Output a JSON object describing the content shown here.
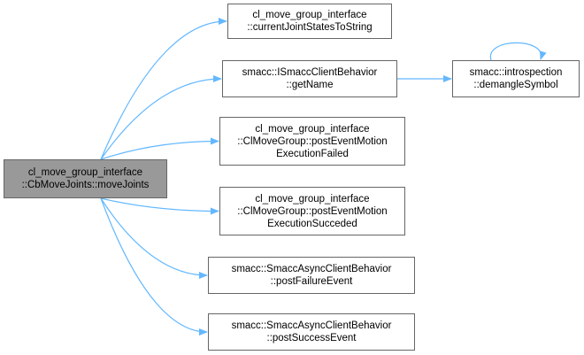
{
  "colors": {
    "edge": "#63b8ff",
    "node_border": "#666666",
    "root_fill": "#999999",
    "node_fill": "#ffffff"
  },
  "nodes": {
    "root": {
      "lines": [
        "cl_move_group_interface",
        "::CbMoveJoints::moveJoints"
      ]
    },
    "current_joint_states": {
      "lines": [
        "cl_move_group_interface",
        "::currentJointStatesToString"
      ]
    },
    "get_name": {
      "lines": [
        "smacc::ISmaccClientBehavior",
        "::getName"
      ]
    },
    "demangle_symbol": {
      "lines": [
        "smacc::introspection",
        "::demangleSymbol"
      ]
    },
    "post_event_failed": {
      "lines": [
        "cl_move_group_interface",
        "::ClMoveGroup::postEventMotion",
        "ExecutionFailed"
      ]
    },
    "post_event_succeded": {
      "lines": [
        "cl_move_group_interface",
        "::ClMoveGroup::postEventMotion",
        "ExecutionSucceded"
      ]
    },
    "post_failure_event": {
      "lines": [
        "smacc::SmaccAsyncClientBehavior",
        "::postFailureEvent"
      ]
    },
    "post_success_event": {
      "lines": [
        "smacc::SmaccAsyncClientBehavior",
        "::postSuccessEvent"
      ]
    }
  },
  "edges": [
    {
      "from": "root",
      "to": "current_joint_states"
    },
    {
      "from": "root",
      "to": "get_name"
    },
    {
      "from": "root",
      "to": "post_event_failed"
    },
    {
      "from": "root",
      "to": "post_event_succeded"
    },
    {
      "from": "root",
      "to": "post_failure_event"
    },
    {
      "from": "root",
      "to": "post_success_event"
    },
    {
      "from": "get_name",
      "to": "demangle_symbol"
    },
    {
      "from": "demangle_symbol",
      "to": "demangle_symbol"
    }
  ]
}
